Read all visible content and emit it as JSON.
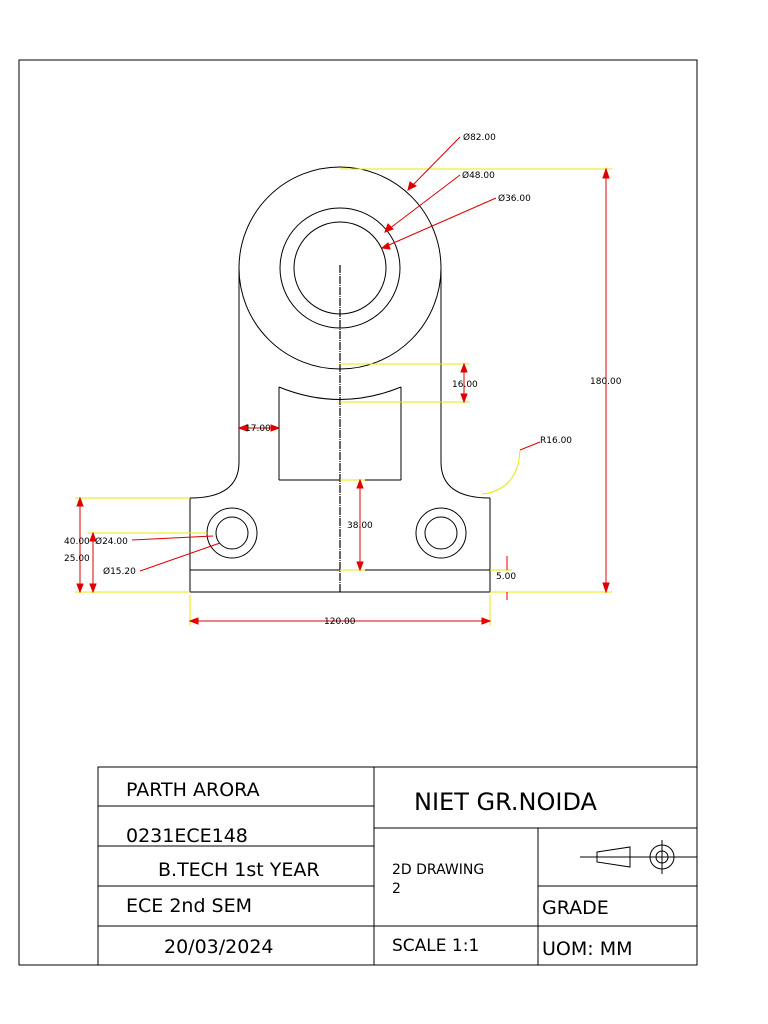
{
  "dimensions": {
    "dia_outer": "Ø82.00",
    "dia_mid": "Ø48.00",
    "dia_inner": "Ø36.00",
    "height_total": "180.00",
    "slot_depth": "16.00",
    "wall_thickness": "17.00",
    "radius_fillet": "R16.00",
    "hole_outer": "Ø24.00",
    "hole_inner": "Ø15.20",
    "height_40": "40.00",
    "height_25": "25.00",
    "height_38": "38.00",
    "base_thickness": "5.00",
    "width_total": "120.00"
  },
  "title_block": {
    "name": "PARTH ARORA",
    "roll_no": "0231ECE148",
    "course": "B.TECH 1st YEAR",
    "branch_sem": "ECE 2nd SEM",
    "date": "20/03/2024",
    "institute": "NIET GR.NOIDA",
    "drawing_title_line1": "2D   DRAWING",
    "drawing_title_line2": "2",
    "scale": "SCALE 1:1",
    "grade": "GRADE",
    "uom": "UOM: MM"
  },
  "colors": {
    "outline": "#000000",
    "dimension_arrow": "#e00000",
    "extension_line": "#e8e800"
  }
}
